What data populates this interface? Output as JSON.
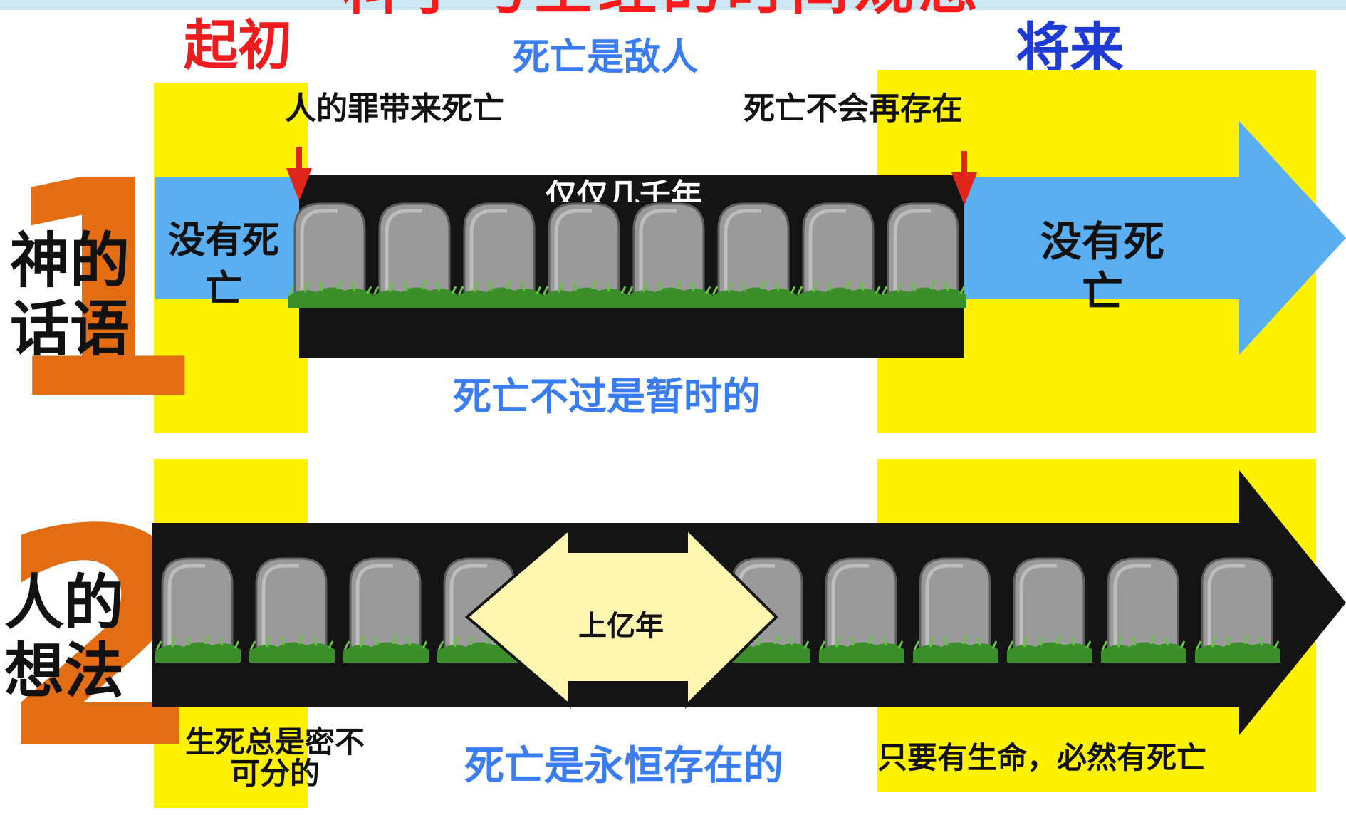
{
  "header": {
    "title_partial": "科学与圣经的时间观念",
    "beginning_label": "起初",
    "future_label": "将来",
    "death_enemy": "死亡是敌人"
  },
  "section1": {
    "number": "1",
    "side_label_line1": "神的",
    "side_label_line2": "话语",
    "sin_brings_death": "人的罪带来死亡",
    "death_no_more": "死亡不会再存在",
    "few_thousand_years": "仅仅几千年",
    "no_death_left_line1": "没有死",
    "no_death_left_line2": "亡",
    "no_death_right_line1": "没有死",
    "no_death_right_line2": "亡",
    "death_temporary": "死亡不过是暂时的"
  },
  "section2": {
    "number": "2",
    "side_label_line1": "人的",
    "side_label_line2": "想法",
    "hundreds_millions_years": "上亿年",
    "life_death_line1": "生死总是密不",
    "life_death_line2": "可分的",
    "death_eternal": "死亡是永恒存在的",
    "where_life_death": "只要有生命，必然有死亡"
  },
  "colors": {
    "yellow": "#fff200",
    "sky_blue": "#5aaef2",
    "timeline_black": "#141414",
    "tombstone_gray": "#9a9a9a",
    "grass_green": "#3a8f2a",
    "arrow_red": "#e0251b",
    "numeral_orange": "#e36d12",
    "diamond_cream": "#fff7b0"
  }
}
